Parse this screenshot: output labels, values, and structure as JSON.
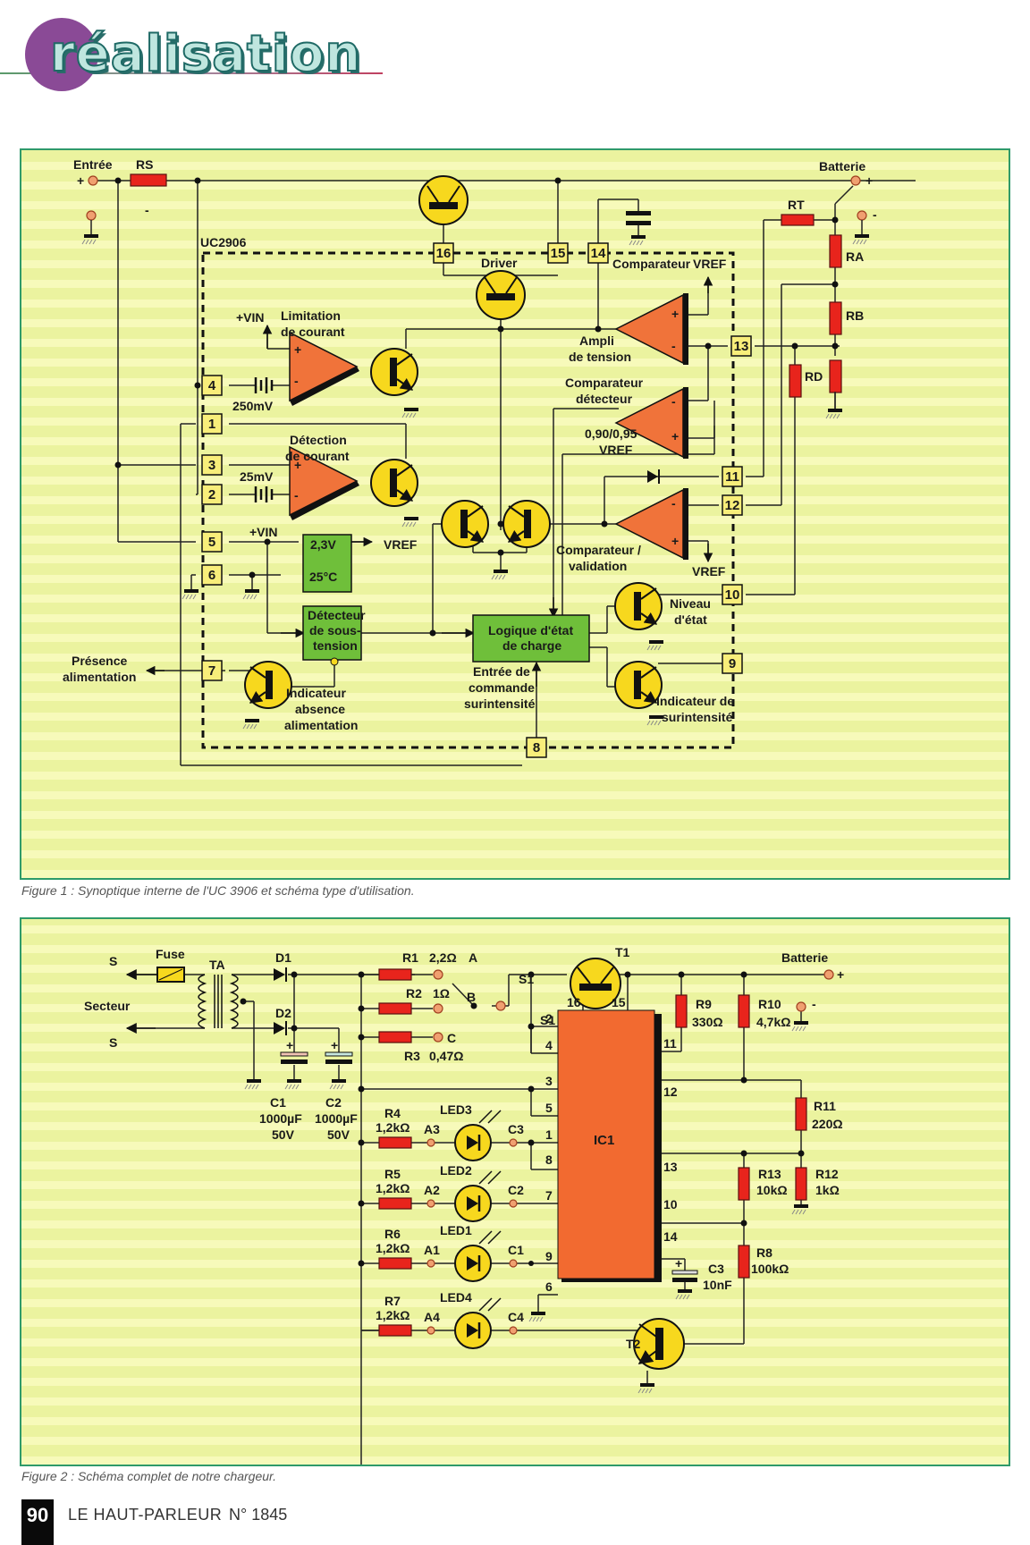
{
  "header": {
    "section_title": "réalisation"
  },
  "figure1": {
    "caption": "Figure 1 : Synoptique interne de l'UC 3906 et schéma type d'utilisation.",
    "chip_name": "UC2906",
    "labels": {
      "input": "Entrée",
      "input_plus": "+",
      "rs": "RS",
      "rs_minus": "-",
      "battery": "Batterie",
      "battery_plus": "+",
      "battery_minus": "-",
      "rt": "RT",
      "ra": "RA",
      "rb": "RB",
      "rd": "RD",
      "driver": "Driver",
      "comparateur": "Comparateur",
      "vref": "VREF",
      "ampli_tension_1": "Ampli",
      "ampli_tension_2": "de tension",
      "comp_detect_1": "Comparateur",
      "comp_detect_2": "détecteur",
      "ratio_1": "0,90/0,95",
      "ratio_2": "VREF",
      "limitation_1": "Limitation",
      "limitation_2": "de courant",
      "vin": "+VIN",
      "v250": "250mV",
      "detection_1": "Détection",
      "detection_2": "de courant",
      "v25": "25mV",
      "ref_v": "2,3V",
      "ref_t": "25°C",
      "ref_out": "VREF",
      "vin2": "+VIN",
      "comp_valid_1": "Comparateur /",
      "comp_valid_2": "validation",
      "vref2": "VREF",
      "niveau_1": "Niveau",
      "niveau_2": "d'état",
      "detecteur_1": "Détecteur",
      "detecteur_2": "de sous-",
      "detecteur_3": "tension",
      "logique_1": "Logique d'état",
      "logique_2": "de charge",
      "presence_1": "Présence",
      "presence_2": "alimentation",
      "indic_abs_1": "Indicateur",
      "indic_abs_2": "absence",
      "indic_abs_3": "alimentation",
      "entree_cmd_1": "Entrée de",
      "entree_cmd_2": "commande",
      "entree_cmd_3": "surintensité",
      "indic_sur_1": "Indicateur de",
      "indic_sur_2": "surintensité"
    },
    "pins": [
      "1",
      "2",
      "3",
      "4",
      "5",
      "6",
      "7",
      "8",
      "9",
      "10",
      "11",
      "12",
      "13",
      "14",
      "15",
      "16"
    ]
  },
  "figure2": {
    "caption": "Figure 2 : Schéma complet de notre chargeur.",
    "labels": {
      "s_top": "S",
      "s_bottom": "S",
      "secteur": "Secteur",
      "fuse": "Fuse",
      "ta": "TA",
      "d1": "D1",
      "d2": "D2",
      "c1": "C1",
      "c1_val": "1000µF",
      "c1_v": "50V",
      "c2": "C2",
      "c2_val": "1000µF",
      "c2_v": "50V",
      "r1": "R1",
      "r1_val": "2,2Ω",
      "a": "A",
      "r2": "R2",
      "r2_val": "1Ω",
      "b": "B",
      "r3": "R3",
      "r3_val": "0,47Ω",
      "c": "C",
      "s1_top": "S1",
      "s1_bot": "S1",
      "t1": "T1",
      "t2": "T2",
      "battery": "Batterie",
      "plus": "+",
      "minus": "-",
      "r9": "R9",
      "r9_val": "330Ω",
      "r10": "R10",
      "r10_val": "4,7kΩ",
      "r11": "R11",
      "r11_val": "220Ω",
      "r12": "R12",
      "r12_val": "1kΩ",
      "r13": "R13",
      "r13_val": "10kΩ",
      "r8": "R8",
      "r8_val": "100kΩ",
      "c3": "C3",
      "c3_val": "10nF",
      "ic1": "IC1",
      "r4": "R4",
      "r5": "R5",
      "r6": "R6",
      "r7": "R7",
      "r_led_val": "1,2kΩ",
      "led3": "LED3",
      "led2": "LED2",
      "led1": "LED1",
      "led4": "LED4",
      "a3": "A3",
      "a2": "A2",
      "a1": "A1",
      "a4": "A4",
      "c3n": "C3",
      "c2n": "C2",
      "c1n": "C1",
      "c4n": "C4",
      "p2": "2",
      "p4": "4",
      "p3": "3",
      "p5": "5",
      "p1": "1",
      "p8": "8",
      "p7": "7",
      "p9": "9",
      "p6": "6",
      "p16": "16",
      "p15": "15",
      "p11": "11",
      "p12": "12",
      "p13": "13",
      "p10": "10",
      "p14": "14"
    }
  },
  "footer": {
    "page_number": "90",
    "magazine": "LE HAUT-PARLEUR",
    "issue": "N° 1845"
  }
}
